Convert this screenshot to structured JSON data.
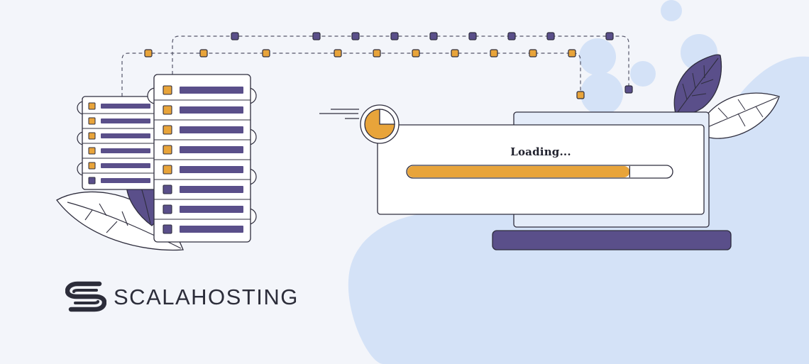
{
  "brand": {
    "name": "SCALAHOSTING",
    "logo_icon": "scala-s-logo-icon"
  },
  "dialog": {
    "label": "Loading..."
  },
  "progress": {
    "value": 0.84
  },
  "colors": {
    "background": "#f3f5fa",
    "accent_orange": "#e8a43a",
    "accent_purple": "#5a4f8a",
    "outline": "#2e2d3d",
    "blob_blue": "#d4e2f7"
  },
  "icons": [
    "server-rack-icon",
    "clock-icon",
    "laptop-icon",
    "leaf-icon",
    "scala-s-logo-icon"
  ]
}
